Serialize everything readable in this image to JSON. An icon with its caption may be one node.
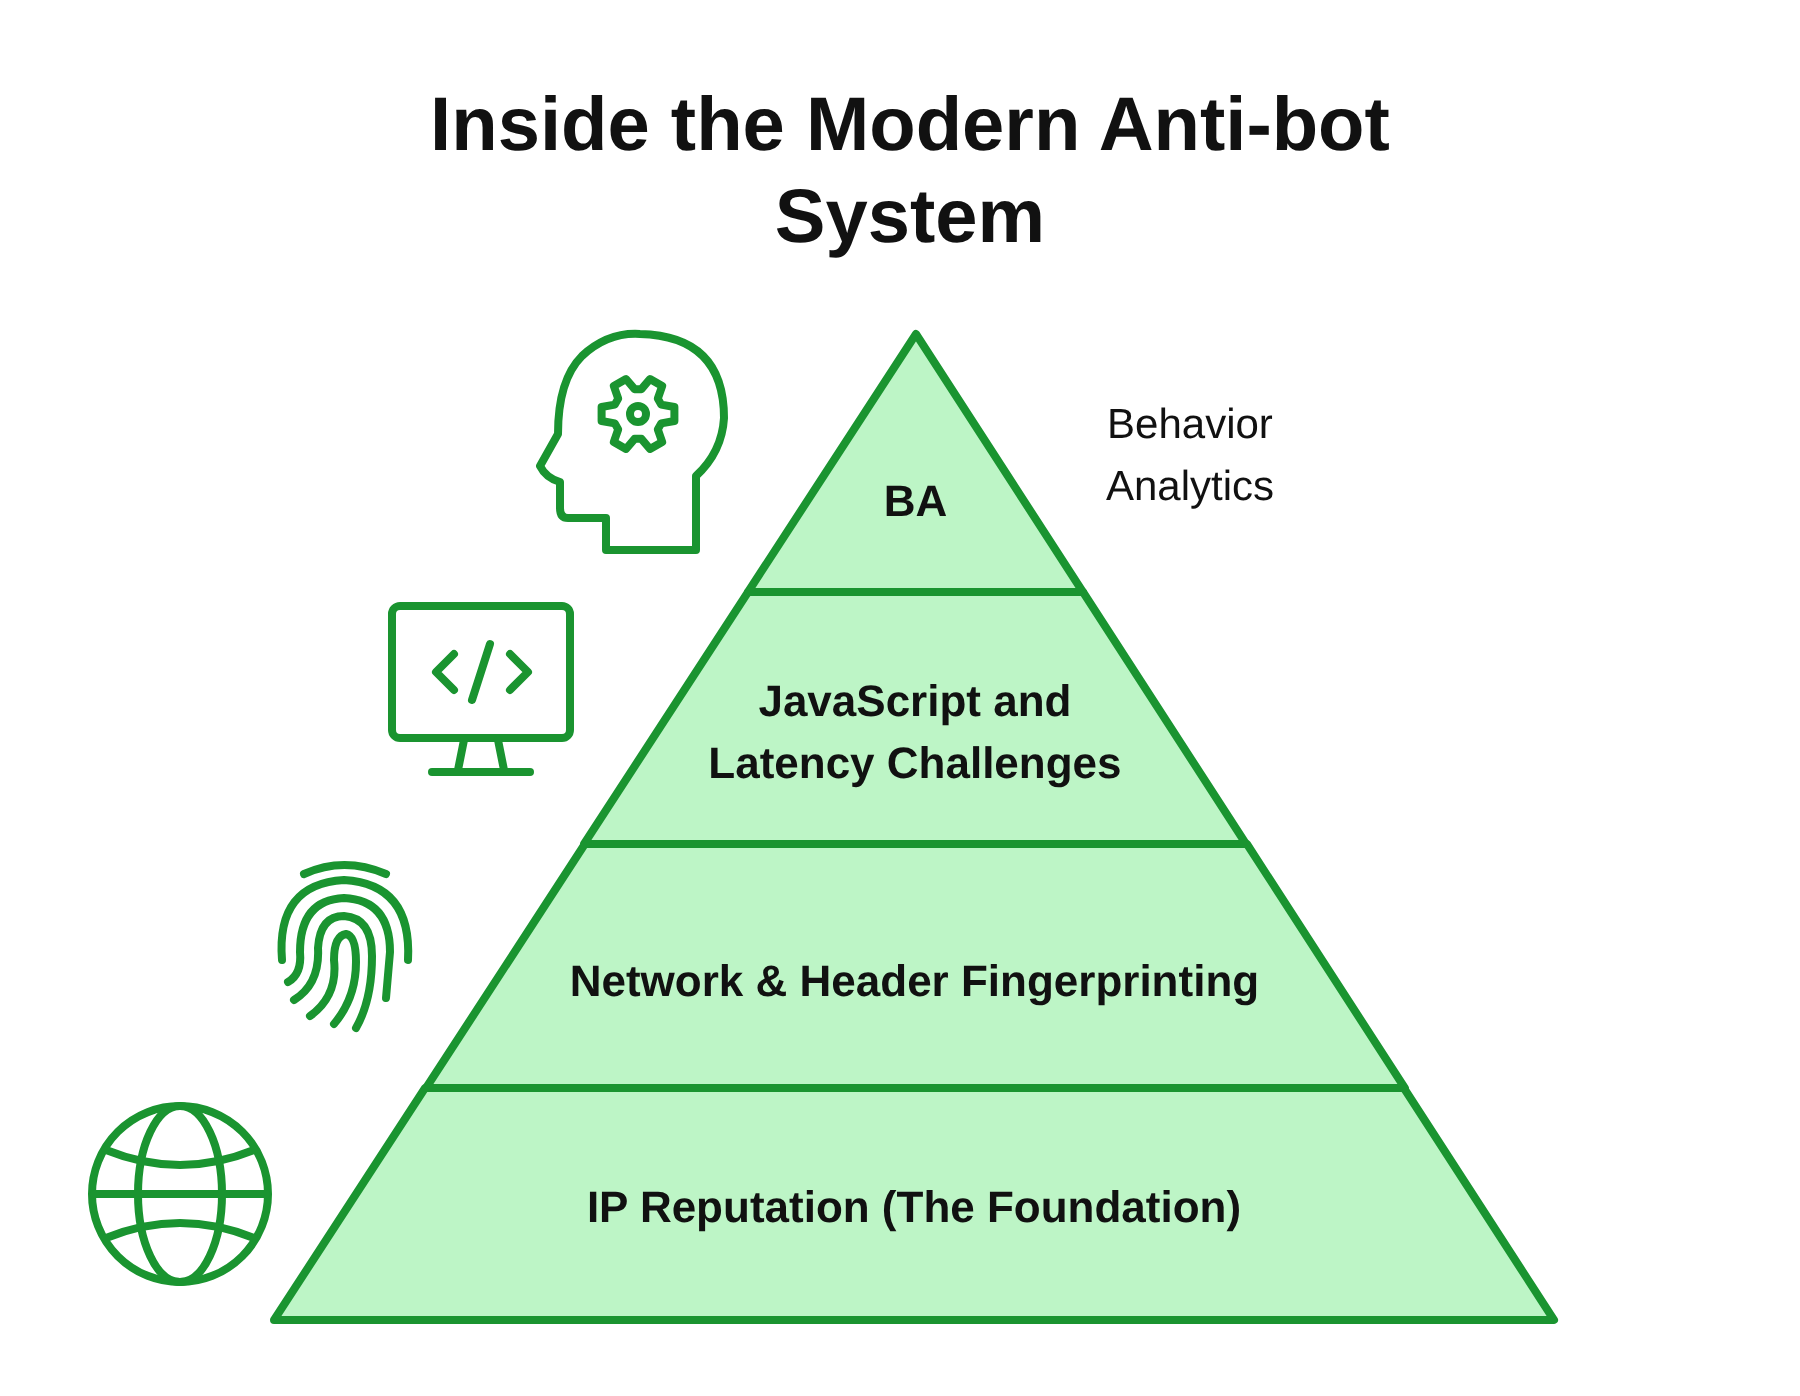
{
  "diagram": {
    "title": "Inside the Modern Anti-bot System",
    "nodes": [
      {
        "text": [
          "BA"
        ],
        "beside": [
          "Behavior Analytics"
        ]
      },
      {
        "text": [
          "JavaScript and Latency Challenges"
        ]
      },
      {
        "text": [
          "Network & Header Fingerprinting"
        ]
      },
      {
        "text": [
          "IP Reputation (The Foundation)"
        ]
      }
    ]
  }
}
